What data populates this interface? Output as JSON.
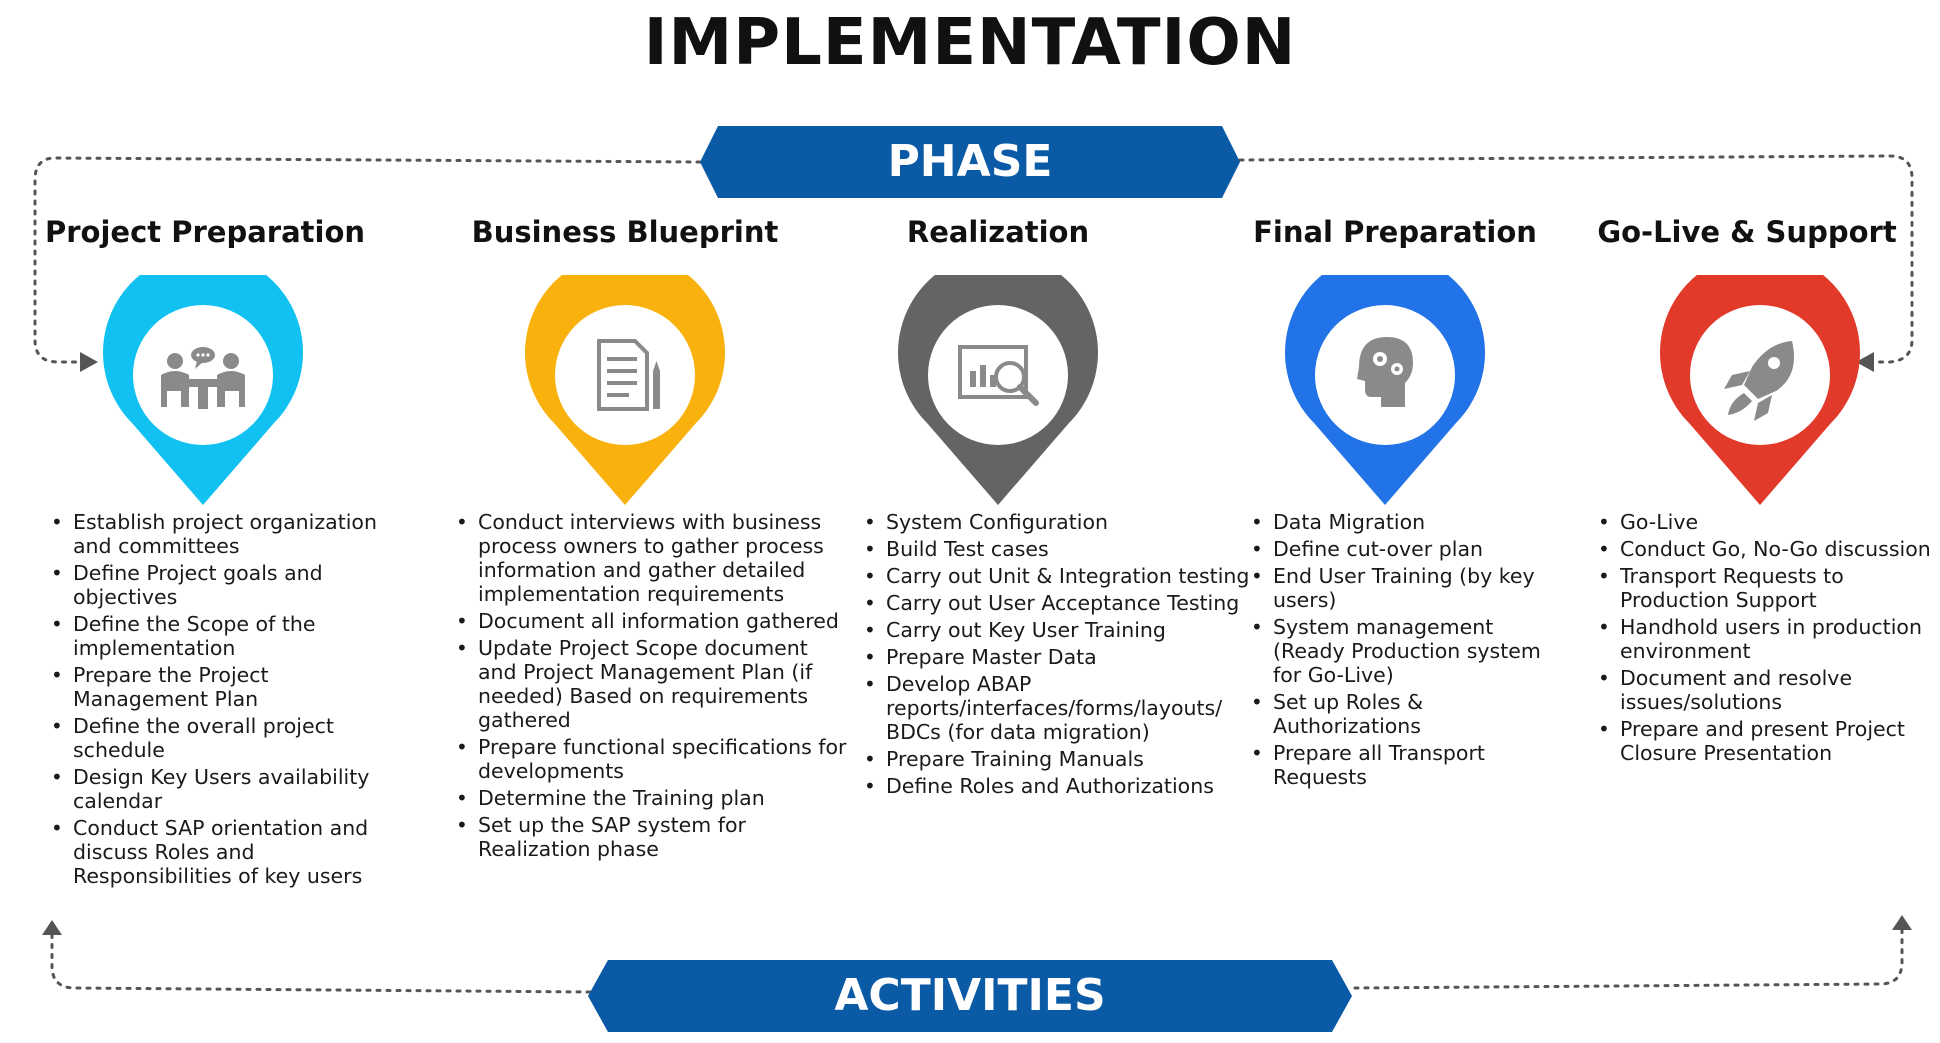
{
  "title": "IMPLEMENTATION",
  "phase_banner": "PHASE",
  "activities_banner": "ACTIVITIES",
  "colors": {
    "banner": "#0b5aa5",
    "connector": "#555555",
    "project_preparation": "#10c1f2",
    "business_blueprint": "#f9b10e",
    "realization": "#646464",
    "final_preparation": "#2273e8",
    "go_live_support": "#e23a2a",
    "icon": "#8a8a8a"
  },
  "phases": [
    {
      "name": "Project Preparation",
      "icon": "meeting-icon",
      "activities": [
        "Establish project organization and committees",
        "Define Project goals and objectives",
        "Define the Scope of the implementation",
        "Prepare the Project Management Plan",
        "Define the overall project schedule",
        "Design Key Users availability calendar",
        "Conduct SAP orientation and discuss Roles and Responsibilities of key users"
      ]
    },
    {
      "name": "Business Blueprint",
      "icon": "document-icon",
      "activities": [
        "Conduct interviews with business process owners to gather process information and gather detailed implementation requirements",
        "Document all information gathered",
        "Update Project Scope document and Project Management Plan (if needed) Based on requirements gathered",
        "Prepare functional specifications for developments",
        "Determine the Training plan",
        "Set up the SAP system for Realization phase"
      ]
    },
    {
      "name": "Realization",
      "icon": "analytics-icon",
      "activities": [
        "System Configuration",
        "Build Test cases",
        "Carry out Unit & Integration testing",
        "Carry out User Acceptance Testing",
        "Carry out Key User Training",
        "Prepare Master Data",
        "Develop ABAP reports/interfaces/forms/layouts/ BDCs (for data migration)",
        "Prepare Training Manuals",
        "Define Roles and Authorizations"
      ]
    },
    {
      "name": "Final Preparation",
      "icon": "brain-gears-icon",
      "activities": [
        "Data Migration",
        "Define cut-over plan",
        "End User Training (by key users)",
        "System management (Ready Production system for Go-Live)",
        "Set up Roles & Authorizations",
        "Prepare all Transport Requests"
      ]
    },
    {
      "name": "Go-Live & Support",
      "icon": "rocket-icon",
      "activities": [
        "Go-Live",
        "Conduct Go, No-Go discussion",
        "Transport Requests to Production Support",
        "Handhold users in production environment",
        "Document and resolve issues/solutions",
        "Prepare and present Project Closure Presentation"
      ]
    }
  ]
}
